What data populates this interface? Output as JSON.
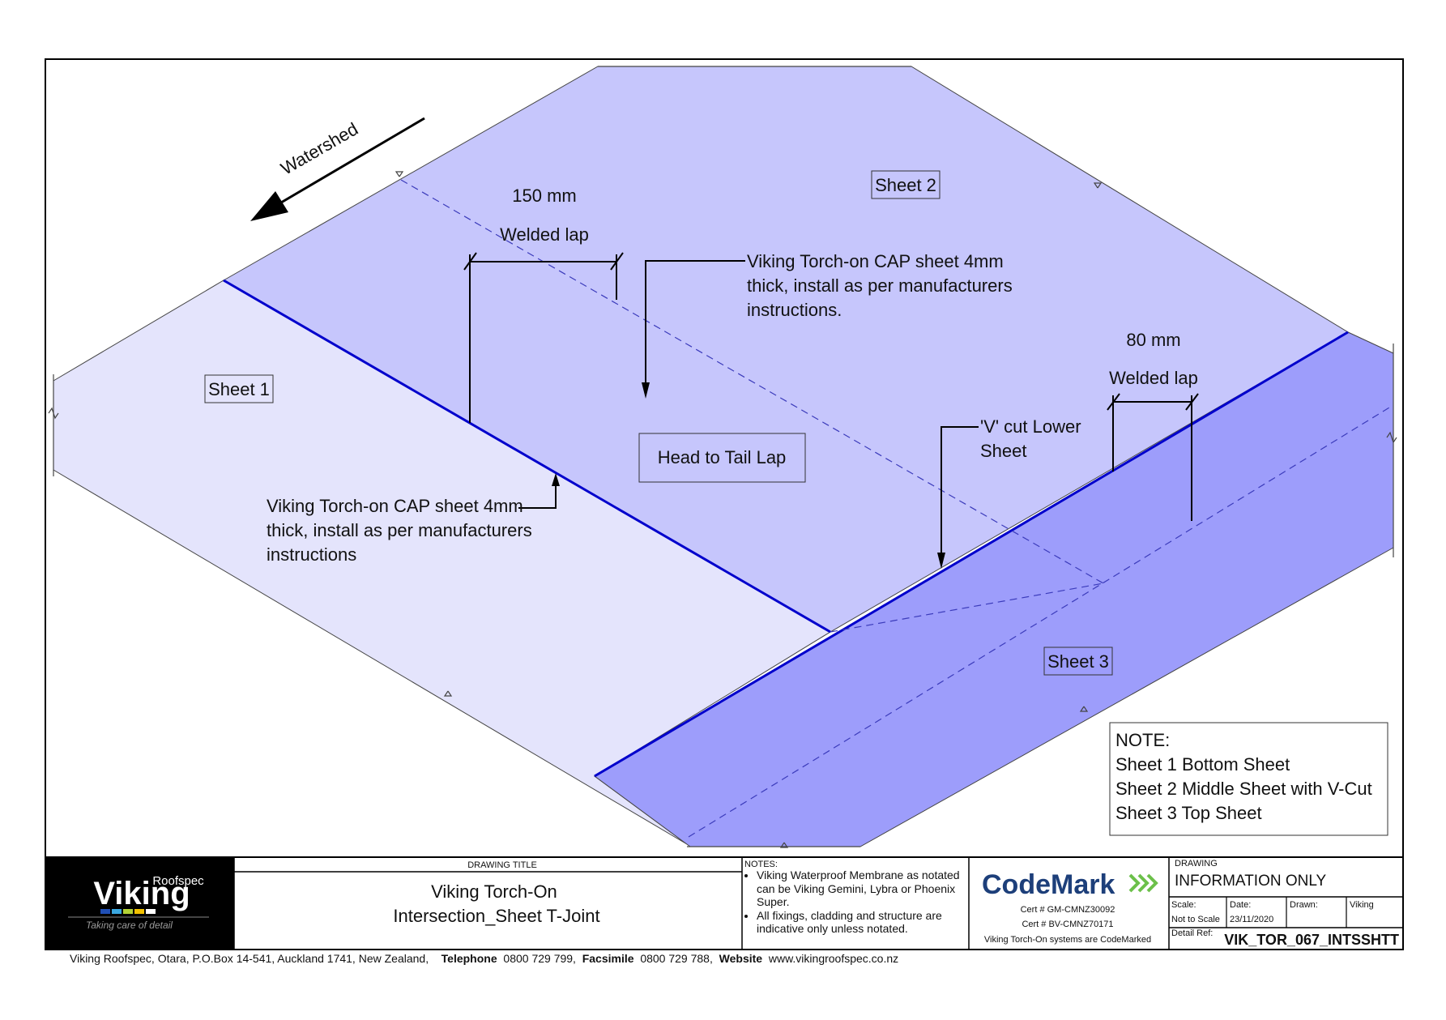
{
  "diagram": {
    "watershed": "Watershed",
    "sheet_labels": {
      "sheet1": "Sheet 1",
      "sheet2": "Sheet 2",
      "sheet3": "Sheet 3"
    },
    "dimension_150": {
      "value": "150 mm",
      "label": "Welded lap"
    },
    "dimension_80": {
      "value": "80 mm",
      "label": "Welded lap"
    },
    "callout_top": [
      "Viking Torch-on CAP sheet 4mm",
      "thick, install as per manufacturers",
      "instructions."
    ],
    "callout_bottom": [
      "Viking Torch-on CAP sheet 4mm",
      "thick, install as per manufacturers",
      "instructions"
    ],
    "head_to_tail": "Head to Tail Lap",
    "v_cut": [
      "'V' cut Lower",
      "Sheet"
    ],
    "note": {
      "title": "NOTE:",
      "lines": [
        "Sheet 1 Bottom Sheet",
        "Sheet 2 Middle Sheet with V-Cut",
        "Sheet 3 Top Sheet"
      ]
    },
    "colors": {
      "sheet1": "#e4e4fc",
      "sheet2": "#c6c6fc",
      "sheet3": "#9d9dfb",
      "edge_line": "#0000cc",
      "frame": "#000000"
    }
  },
  "title_block": {
    "logo": {
      "brand": "Viking",
      "sub": "Roofspec",
      "tagline": "Taking care of detail"
    },
    "drawing_title_header": "DRAWING TITLE",
    "drawing_title": [
      "Viking Torch-On",
      "Intersection_Sheet T-Joint"
    ],
    "notes_header": "NOTES:",
    "notes": [
      "Viking Waterproof Membrane as notated can be Viking Gemini, Lybra or Phoenix Super.",
      "All fixings, cladding and structure are indicative only unless notated."
    ],
    "codemark": {
      "brand": "CodeMark",
      "cert1": "Cert # GM-CMNZ30092",
      "cert2": "Cert # BV-CMNZ70171",
      "statement": "Viking Torch-On systems are CodeMarked"
    },
    "drawing_header": "DRAWING",
    "drawing_status": "INFORMATION ONLY",
    "scale_label": "Scale:",
    "scale_value": "Not to Scale",
    "date_label": "Date:",
    "date_value": "23/11/2020",
    "drawn_label": "Drawn:",
    "drawn_value": "Viking",
    "detail_ref_label": "Detail Ref:",
    "detail_ref_value": "VIK_TOR_067_INTSSHTT"
  },
  "footer": {
    "address": "Viking Roofspec, Otara, P.O.Box 14-541, Auckland 1741, New Zealand,",
    "telephone_label": "Telephone",
    "telephone": "0800 729 799,",
    "facsimile_label": "Facsimile",
    "facsimile": "0800 729 788,",
    "website_label": "Website",
    "website": "www.vikingroofspec.co.nz"
  }
}
